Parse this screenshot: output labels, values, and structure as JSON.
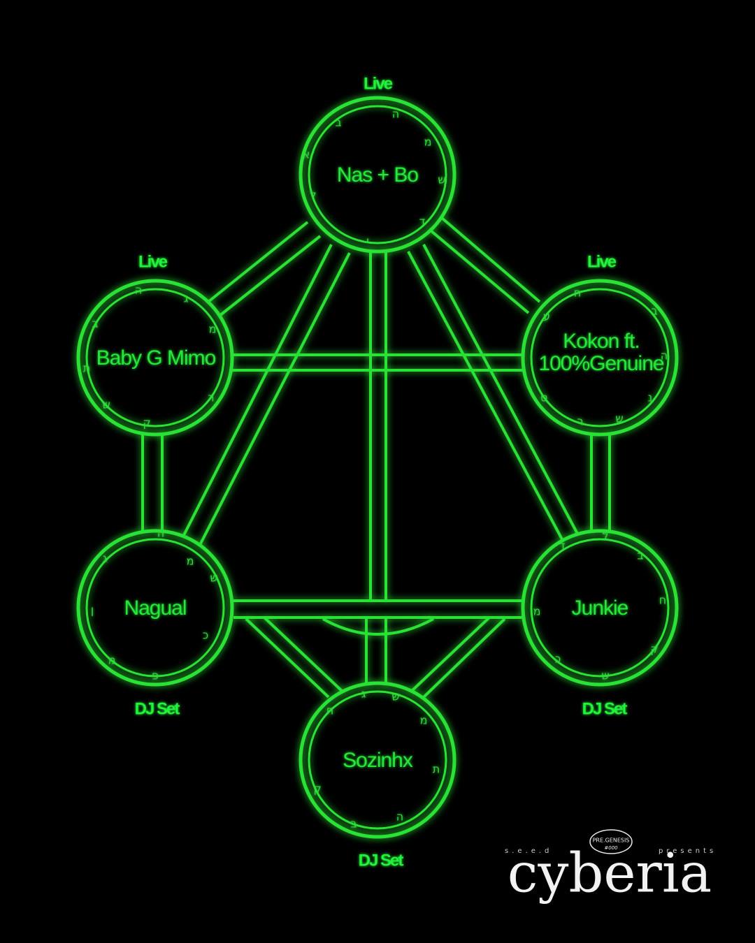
{
  "colors": {
    "background": "#000000",
    "glow": "#1fd42f",
    "core": "#3dff3d",
    "text": "#27e83a",
    "logo": "#f2f2f2"
  },
  "nodes": {
    "top": {
      "name": "Nas + Bo",
      "tag": "Live"
    },
    "left": {
      "name": "Baby G  Mimo",
      "tag": "Live"
    },
    "right": {
      "name_line1": "Kokon ft.",
      "name_line2": "100%Genuine",
      "tag": "Live"
    },
    "lower_left": {
      "name": "Nagual",
      "tag": "DJ Set"
    },
    "lower_right": {
      "name": "Junkie",
      "tag": "DJ Set"
    },
    "bottom": {
      "name": "Sozinhx",
      "tag": "DJ Set"
    }
  },
  "branding": {
    "left_small": "s.e.e.d",
    "right_small": "presents",
    "badge_top": "PRE.GENESIS",
    "badge_bottom": "#000",
    "logo": "cyberia"
  }
}
